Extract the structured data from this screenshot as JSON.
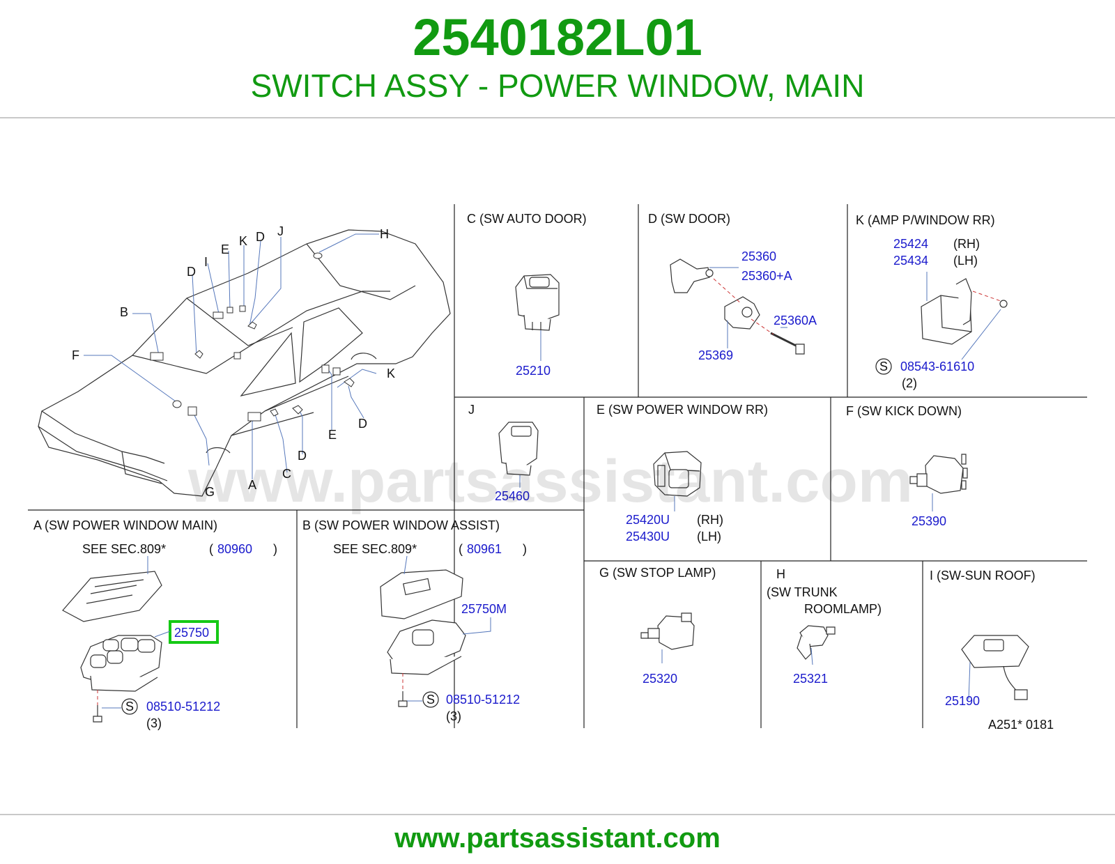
{
  "header": {
    "part_number": "2540182L01",
    "part_name": "SWITCH ASSY - POWER WINDOW, MAIN"
  },
  "footer": {
    "url": "www.partsassistant.com"
  },
  "watermark": "www.partsassistant.com",
  "colors": {
    "brand_green": "#119a11",
    "part_number_blue": "#1a1acc",
    "highlight": "#15c915"
  },
  "overview": {
    "callouts": {
      "H": "H",
      "J": "J",
      "D1": "D",
      "K": "K",
      "E": "E",
      "I": "I",
      "D2": "D",
      "B": "B",
      "F": "F",
      "K2": "K",
      "D3": "D",
      "E2": "E",
      "D4": "D",
      "C": "C",
      "A": "A",
      "G": "G"
    }
  },
  "sections": {
    "C": {
      "title": "C (SW   AUTO   DOOR)",
      "parts": [
        "25210"
      ]
    },
    "D": {
      "title": "D (SW   DOOR)",
      "parts": [
        "25360",
        "25360+A",
        "25360A",
        "25369"
      ]
    },
    "K": {
      "title": "K (AMP   P/WINDOW   RR)",
      "parts": [
        "25424",
        "25434"
      ],
      "sides": [
        "(RH)",
        "(LH)"
      ],
      "screw_symbol": "S",
      "screw_part": "08543-61610",
      "screw_qty": "(2)"
    },
    "J": {
      "title": "J",
      "parts": [
        "25460"
      ]
    },
    "E": {
      "title": "E (SW   POWER   WINDOW   RR)",
      "parts": [
        "25420U",
        "25430U"
      ],
      "sides": [
        "(RH)",
        "(LH)"
      ]
    },
    "F": {
      "title": "F (SW   KICK   DOWN)",
      "parts": [
        "25390"
      ]
    },
    "A": {
      "title": "A  (SW   POWER   WINDOW   MAIN)",
      "see": "SEE   SEC.809*",
      "see_ref": "80960",
      "see_open": "(",
      "see_close": ")",
      "parts": [
        "25750"
      ],
      "screw_symbol": "S",
      "screw_part": "08510-51212",
      "screw_qty": "(3)"
    },
    "B": {
      "title": "B (SW   POWER   WINDOW   ASSIST)",
      "see": "SEE   SEC.809*",
      "see_ref": "80961",
      "see_open": "(",
      "see_close": ")",
      "parts": [
        "25750M"
      ],
      "screw_symbol": "S",
      "screw_part": "08510-51212",
      "screw_qty": "(3)"
    },
    "G": {
      "title": "G (SW   STOP   LAMP)",
      "parts": [
        "25320"
      ]
    },
    "H": {
      "title": "H",
      "title_line2": "(SW   TRUNK",
      "title_line3": "ROOMLAMP)",
      "parts": [
        "25321"
      ]
    },
    "I": {
      "title": "I  (SW-SUN   ROOF)",
      "parts": [
        "25190"
      ]
    }
  },
  "diagram_code": "A251*   0181"
}
